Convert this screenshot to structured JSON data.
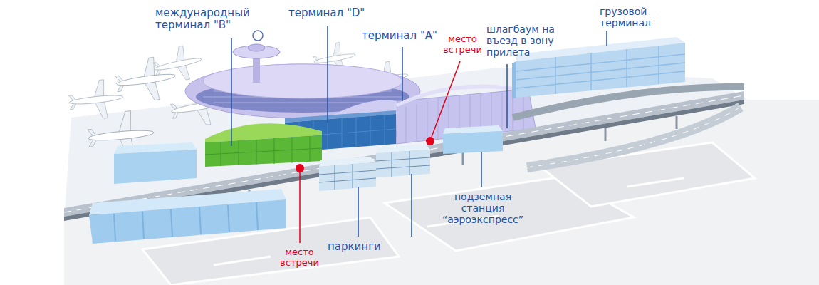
{
  "diagram": {
    "labels": [
      "международный терминал \"B\"",
      "терминал \"D\"",
      "терминал \"A\"",
      "место встречи",
      "шлагбаум на въезд в зону прилета",
      "грузовой терминал",
      "подземная станция “аэроэкспресс”",
      "паркинги",
      "место встречи"
    ]
  }
}
